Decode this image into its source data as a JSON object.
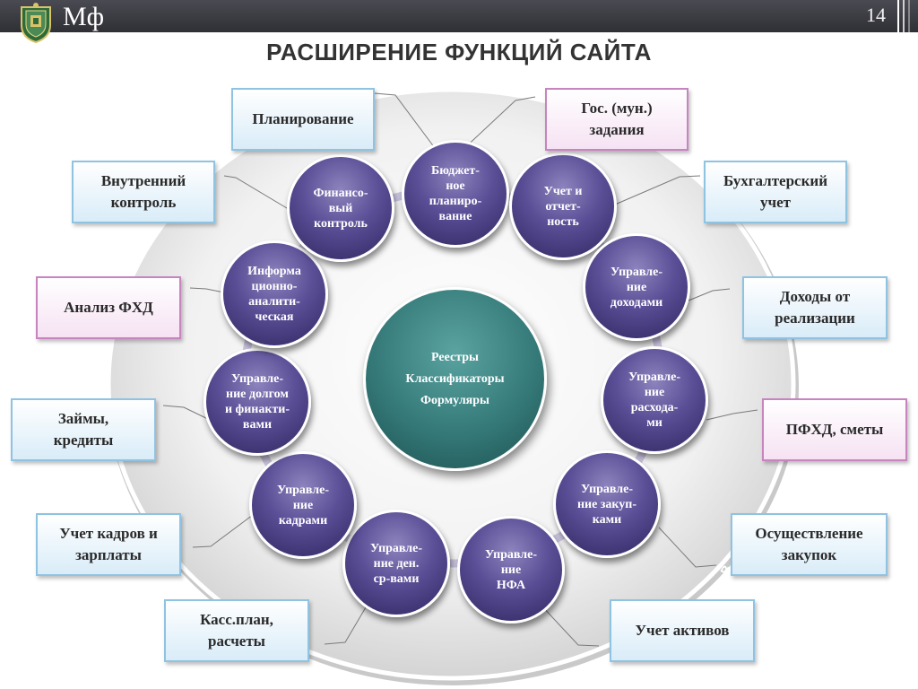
{
  "header": {
    "brand": "Мф",
    "page_number": "14"
  },
  "title": "РАСШИРЕНИЕ ФУНКЦИЙ САЙТА",
  "hub": {
    "lines": [
      "Реестры",
      "Классификаторы",
      "Формуляры"
    ]
  },
  "ring_nodes": [
    {
      "id": "budget",
      "label": "Бюджет-\nное\nпланиро-\nвание"
    },
    {
      "id": "accounting",
      "label": "Учет и\nотчет-\nность"
    },
    {
      "id": "income",
      "label": "Управле-\nние\nдоходами"
    },
    {
      "id": "expenses",
      "label": "Управле-\nние\nрасхода-\nми"
    },
    {
      "id": "purchases",
      "label": "Управле-\nние закуп-\nками"
    },
    {
      "id": "nfa",
      "label": "Управле-\nние\nНФА"
    },
    {
      "id": "cash",
      "label": "Управле-\nние ден.\nср-вами"
    },
    {
      "id": "staff",
      "label": "Управле-\nние\nкадрами"
    },
    {
      "id": "debt",
      "label": "Управле-\nние долгом\nи финакти-\nвами"
    },
    {
      "id": "info",
      "label": "Информа\nционно-\nаналити-\nческая"
    },
    {
      "id": "fincontrol",
      "label": "Финансо-\nвый\nконтроль"
    }
  ],
  "boxes": [
    {
      "id": "planning",
      "label": "Планирование",
      "style": "blue"
    },
    {
      "id": "gov-tasks",
      "label": "Гос. (мун.)\nзадания",
      "style": "pink"
    },
    {
      "id": "internal-control",
      "label": "Внутренний\nконтроль",
      "style": "blue"
    },
    {
      "id": "bookkeeping",
      "label": "Бухгалтерский\nучет",
      "style": "blue"
    },
    {
      "id": "fhd-analysis",
      "label": "Анализ ФХД",
      "style": "pink"
    },
    {
      "id": "sales-income",
      "label": "Доходы от\nреализации",
      "style": "blue"
    },
    {
      "id": "loans",
      "label": "Займы,\nкредиты",
      "style": "blue"
    },
    {
      "id": "pfhd",
      "label": "ПФХД, сметы",
      "style": "pink"
    },
    {
      "id": "hr-salary",
      "label": "Учет кадров и\nзарплаты",
      "style": "blue"
    },
    {
      "id": "procurement",
      "label": "Осуществление\nзакупок",
      "style": "blue"
    },
    {
      "id": "cash-plan",
      "label": "Касс.план,\nрасчеты",
      "style": "blue"
    },
    {
      "id": "assets",
      "label": "Учет активов",
      "style": "blue"
    }
  ],
  "stray_text": "В",
  "colors": {
    "node": "#4b3f86",
    "hub": "#2f7270",
    "box_blue_border": "#8fc3e2",
    "box_pink_border": "#c784bf",
    "ring": "#c9c3dd"
  }
}
